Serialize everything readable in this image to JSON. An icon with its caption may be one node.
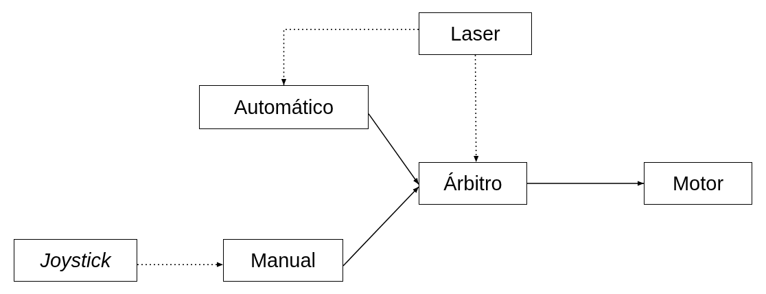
{
  "diagram": {
    "nodes": [
      {
        "text": [
          "Laser"
        ]
      },
      {
        "text": [
          "Automático"
        ]
      },
      {
        "text": [
          "Árbitro"
        ]
      },
      {
        "text": [
          "Motor"
        ]
      },
      {
        "text": [
          "Joystick"
        ]
      },
      {
        "text": [
          "Manual"
        ]
      }
    ],
    "edges": [
      {
        "from": 0,
        "to": 1,
        "arrow": "to",
        "style": "dashed"
      },
      {
        "from": 0,
        "to": 2,
        "arrow": "to",
        "style": "dashed"
      },
      {
        "from": 1,
        "to": 2,
        "arrow": "to"
      },
      {
        "from": 5,
        "to": 2,
        "arrow": "to"
      },
      {
        "from": 2,
        "to": 3,
        "arrow": "to"
      },
      {
        "from": 4,
        "to": 5,
        "arrow": "to",
        "style": "dashed"
      }
    ]
  }
}
